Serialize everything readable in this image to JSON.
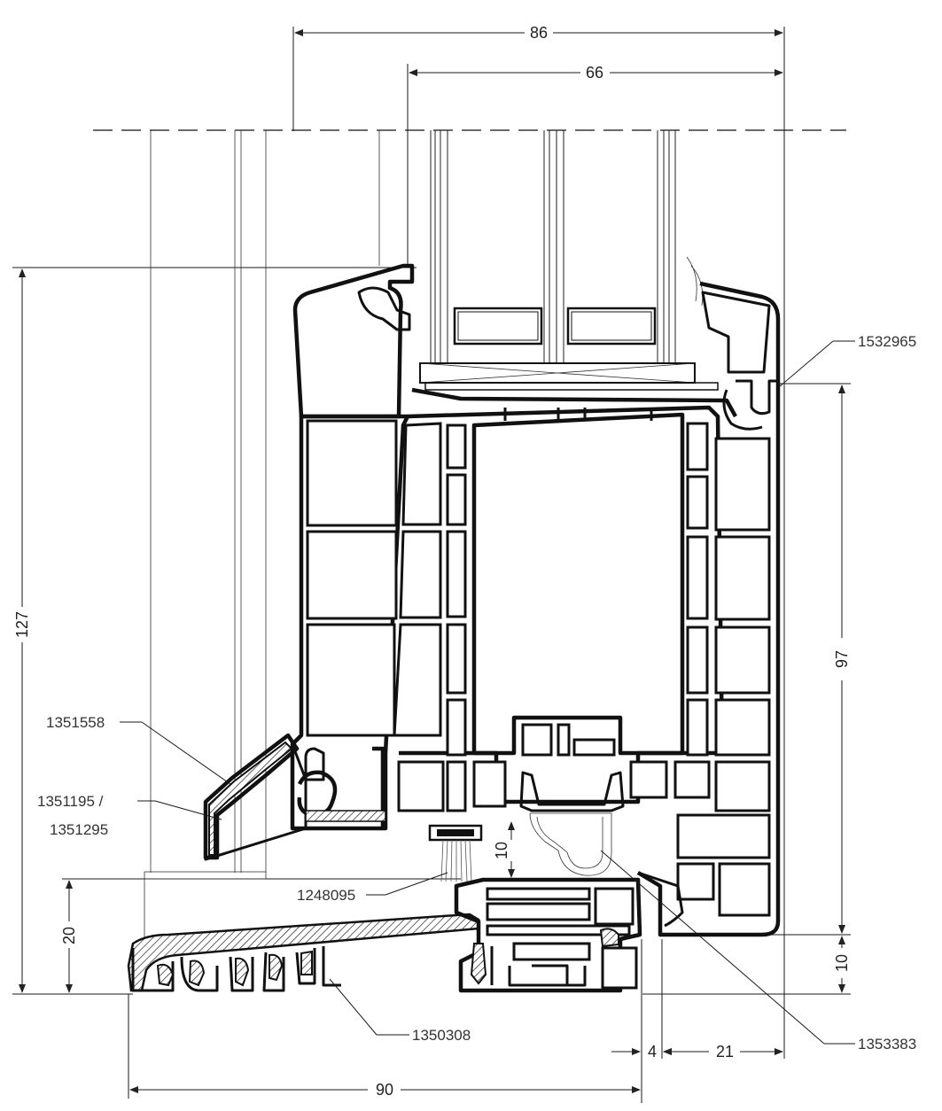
{
  "dimensions": {
    "d86": "86",
    "d66": "66",
    "d127": "127",
    "d97": "97",
    "d20": "20",
    "d10_mid": "10",
    "d10_right": "10",
    "d4": "4",
    "d21": "21",
    "d90": "90"
  },
  "part_refs": {
    "p1532965": "1532965",
    "p1351558": "1351558",
    "p1351195_a": "1351195 /",
    "p1351195_b": "1351295",
    "p1248095": "1248095",
    "p1350308": "1350308",
    "p1353383": "1353383"
  }
}
